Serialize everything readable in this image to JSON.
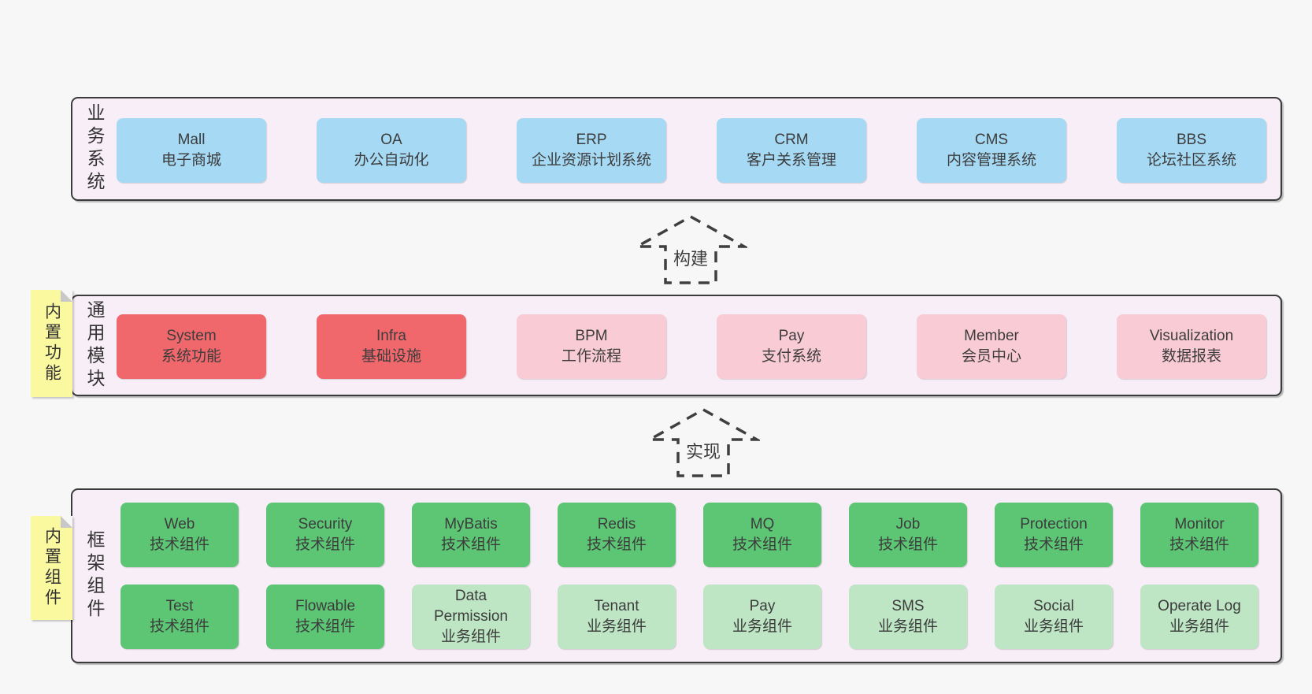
{
  "diagram": {
    "arrows": [
      {
        "label": "构建"
      },
      {
        "label": "实现"
      }
    ],
    "bands": [
      {
        "label": "业务系统",
        "boxes": [
          {
            "title": "Mall",
            "subtitle": "电子商城"
          },
          {
            "title": "OA",
            "subtitle": "办公自动化"
          },
          {
            "title": "ERP",
            "subtitle": "企业资源计划系统"
          },
          {
            "title": "CRM",
            "subtitle": "客户关系管理"
          },
          {
            "title": "CMS",
            "subtitle": "内容管理系统"
          },
          {
            "title": "BBS",
            "subtitle": "论坛社区系统"
          }
        ]
      },
      {
        "label": "通用模块",
        "note": "内置功能",
        "boxes": [
          {
            "title": "System",
            "subtitle": "系统功能",
            "variant": "red"
          },
          {
            "title": "Infra",
            "subtitle": "基础设施",
            "variant": "red"
          },
          {
            "title": "BPM",
            "subtitle": "工作流程",
            "variant": "pink"
          },
          {
            "title": "Pay",
            "subtitle": "支付系统",
            "variant": "pink"
          },
          {
            "title": "Member",
            "subtitle": "会员中心",
            "variant": "pink"
          },
          {
            "title": "Visualization",
            "subtitle": "数据报表",
            "variant": "pink"
          }
        ]
      },
      {
        "label": "框架组件",
        "note": "内置组件",
        "rows": [
          [
            {
              "title": "Web",
              "subtitle": "技术组件",
              "variant": "green"
            },
            {
              "title": "Security",
              "subtitle": "技术组件",
              "variant": "green"
            },
            {
              "title": "MyBatis",
              "subtitle": "技术组件",
              "variant": "green"
            },
            {
              "title": "Redis",
              "subtitle": "技术组件",
              "variant": "green"
            },
            {
              "title": "MQ",
              "subtitle": "技术组件",
              "variant": "green"
            },
            {
              "title": "Job",
              "subtitle": "技术组件",
              "variant": "green"
            },
            {
              "title": "Protection",
              "subtitle": "技术组件",
              "variant": "green"
            },
            {
              "title": "Monitor",
              "subtitle": "技术组件",
              "variant": "green"
            }
          ],
          [
            {
              "title": "Test",
              "subtitle": "技术组件",
              "variant": "green"
            },
            {
              "title": "Flowable",
              "subtitle": "技术组件",
              "variant": "green"
            },
            {
              "title": "Data Permission",
              "subtitle": "业务组件",
              "variant": "green-light"
            },
            {
              "title": "Tenant",
              "subtitle": "业务组件",
              "variant": "green-light"
            },
            {
              "title": "Pay",
              "subtitle": "业务组件",
              "variant": "green-light"
            },
            {
              "title": "SMS",
              "subtitle": "业务组件",
              "variant": "green-light"
            },
            {
              "title": "Social",
              "subtitle": "业务组件",
              "variant": "green-light"
            },
            {
              "title": "Operate Log",
              "subtitle": "业务组件",
              "variant": "green-light"
            }
          ]
        ]
      }
    ],
    "colors": {
      "page_bg": "#f7f7f7",
      "band_fill": "#f8eef7",
      "band_border": "#3b3b3b",
      "blue": "#a6d9f4",
      "red": "#f0686c",
      "pink": "#f9cbd5",
      "green": "#5cc675",
      "green_light": "#bee6c5",
      "note_yellow": "#fbf9a0"
    }
  }
}
